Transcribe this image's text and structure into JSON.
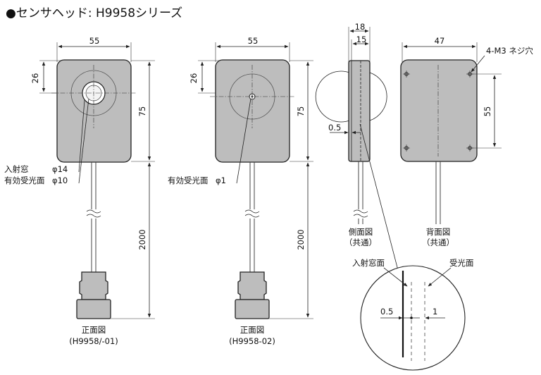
{
  "title": "●センサヘッド: H9958シリーズ",
  "front1": {
    "dim_width": "55",
    "dim_top": "26",
    "dim_height": "75",
    "dim_cable": "2000",
    "window_label": "入射窓",
    "window_dia": "φ14",
    "area_label": "有効受光面",
    "area_dia": "φ10",
    "caption": "正面図",
    "model": "(H9958/-01)"
  },
  "front2": {
    "dim_width": "55",
    "dim_top": "26",
    "dim_height": "75",
    "dim_cable": "2000",
    "area_label": "有効受光面",
    "area_dia": "φ1",
    "caption": "正面図",
    "model": "(H9958-02)"
  },
  "side": {
    "dim_total": "18",
    "dim_body": "15",
    "dim_window": "0.5",
    "caption": "側面図",
    "common": "（共通）"
  },
  "back": {
    "dim_width": "47",
    "dim_holes": "55",
    "hole_label": "4-M3 ネジ穴",
    "caption": "背面図",
    "common": "（共通）"
  },
  "detail": {
    "window_label": "入射窓面",
    "surface_label": "受光面",
    "dim_a": "0.5",
    "dim_b": "1"
  }
}
